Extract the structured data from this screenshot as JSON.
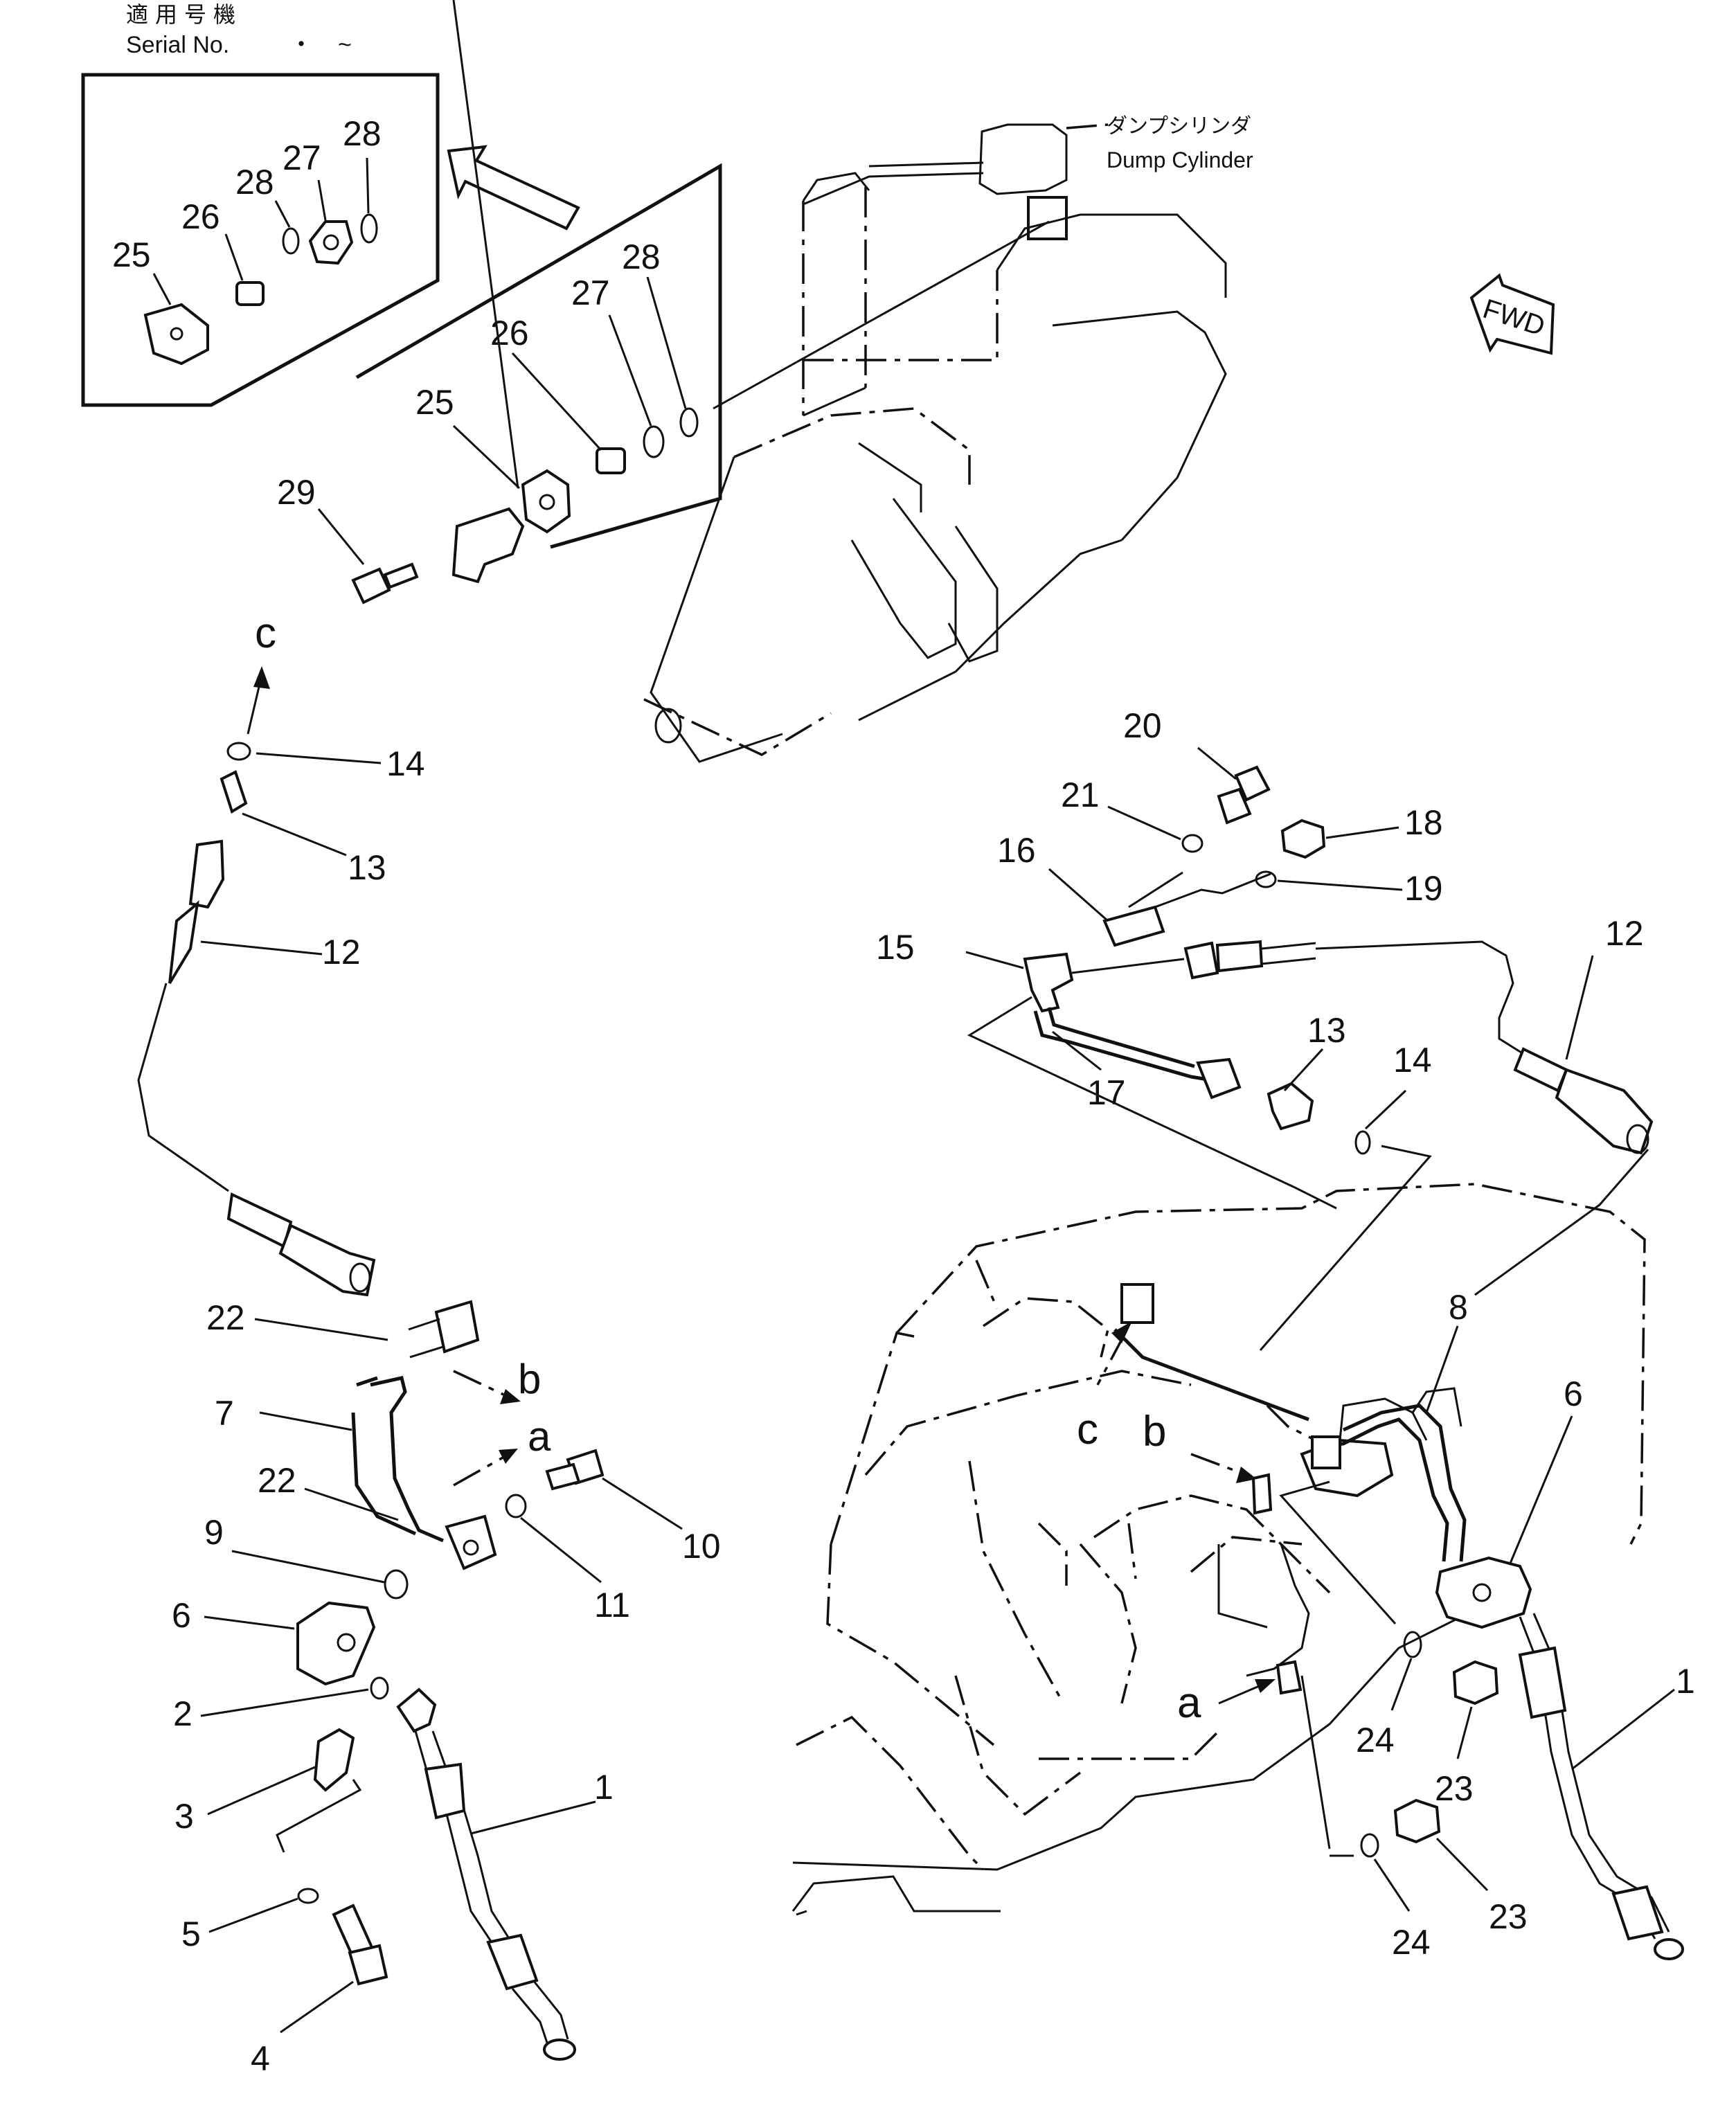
{
  "header": {
    "applicable_models_jp": "適用号機",
    "serial_label": "Serial No.",
    "serial_dot": "・",
    "serial_tilde": "~"
  },
  "annotations": {
    "dump_cylinder_jp": "ダンプシリンダ",
    "dump_cylinder_en": "Dump Cylinder",
    "fwd": "FWD"
  },
  "connection_labels": {
    "a": "a",
    "b": "b",
    "c": "c"
  },
  "callouts": {
    "n1": "1",
    "n2": "2",
    "n3": "3",
    "n4": "4",
    "n5": "5",
    "n6": "6",
    "n7": "7",
    "n8": "8",
    "n9": "9",
    "n10": "10",
    "n11": "11",
    "n12": "12",
    "n13": "13",
    "n14": "14",
    "n15": "15",
    "n16": "16",
    "n17": "17",
    "n18": "18",
    "n19": "19",
    "n20": "20",
    "n21": "21",
    "n22": "22",
    "n23": "23",
    "n24": "24",
    "n25": "25",
    "n26": "26",
    "n27": "27",
    "n28": "28",
    "n29": "29"
  }
}
